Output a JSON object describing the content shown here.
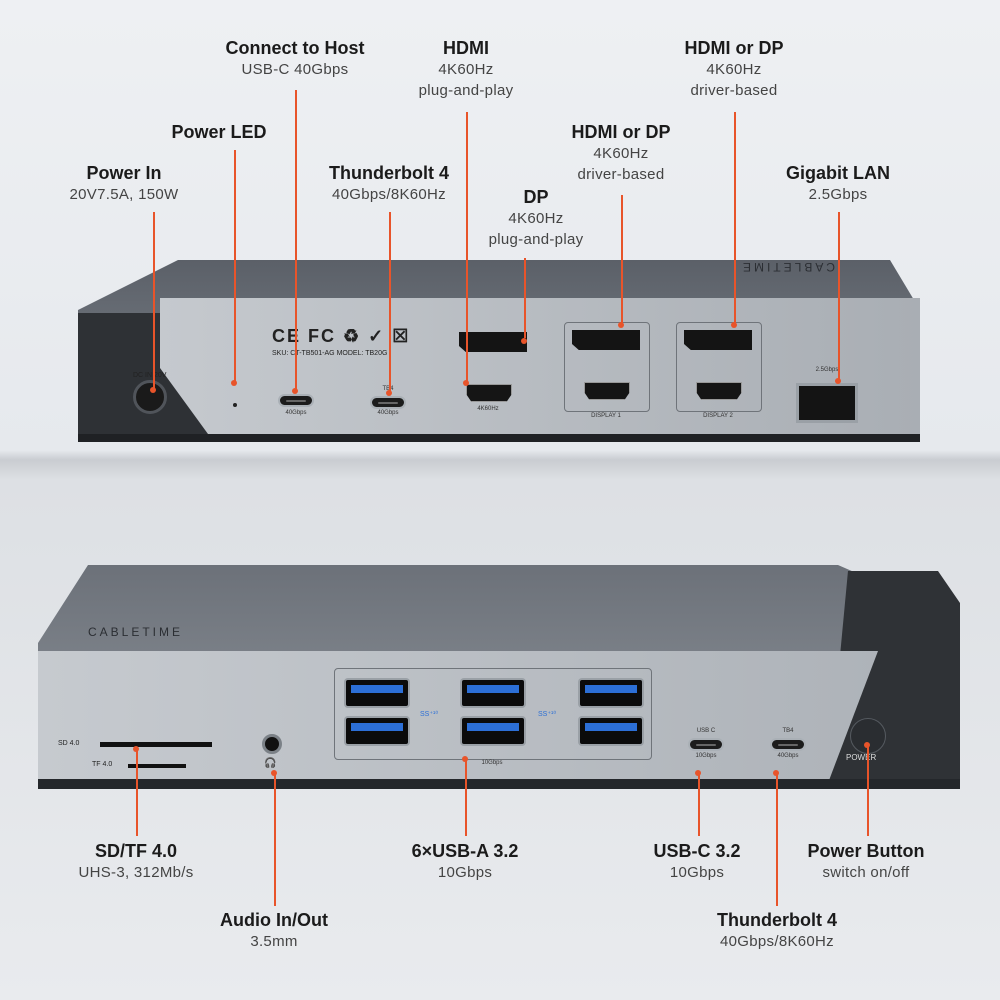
{
  "top_labels": {
    "power_in": {
      "title": "Power In",
      "sub": "20V7.5A, 150W"
    },
    "power_led": {
      "title": "Power LED"
    },
    "connect_host": {
      "title": "Connect to Host",
      "sub": "USB-C 40Gbps"
    },
    "thunderbolt4_top": {
      "title": "Thunderbolt 4",
      "sub": "40Gbps/8K60Hz"
    },
    "hdmi": {
      "title": "HDMI",
      "sub1": "4K60Hz",
      "sub2": "plug-and-play"
    },
    "dp": {
      "title": "DP",
      "sub1": "4K60Hz",
      "sub2": "plug-and-play"
    },
    "hdmi_or_dp_1": {
      "title": "HDMI or DP",
      "sub1": "4K60Hz",
      "sub2": "driver-based"
    },
    "hdmi_or_dp_2": {
      "title": "HDMI or DP",
      "sub1": "4K60Hz",
      "sub2": "driver-based"
    },
    "gigabit_lan": {
      "title": "Gigabit LAN",
      "sub": "2.5Gbps"
    }
  },
  "bottom_labels": {
    "sdtf": {
      "title": "SD/TF 4.0",
      "sub": "UHS-3, 312Mb/s"
    },
    "audio": {
      "title": "Audio In/Out",
      "sub": "3.5mm"
    },
    "usba": {
      "title": "6×USB-A 3.2",
      "sub": "10Gbps"
    },
    "usbc": {
      "title": "USB-C 3.2",
      "sub": "10Gbps"
    },
    "power_button": {
      "title": "Power Button",
      "sub": "switch on/off"
    },
    "thunderbolt4_bottom": {
      "title": "Thunderbolt 4",
      "sub": "40Gbps/8K60Hz"
    }
  },
  "rear_panel": {
    "brand": "CABLETIME",
    "dc_in": "DC IN 20V",
    "sku": "SKU: CT-TB501-AG MODEL: TB20G",
    "host_speed": "40Gbps",
    "tb4": "TB4",
    "tb4_speed": "40Gbps",
    "hdmi_speed": "4K60Hz",
    "display1": "DISPLAY 1",
    "display2": "DISPLAY 2",
    "lan_speed": "2.5Gbps",
    "cert_marks": "CE FC ♻ ✓ ☒"
  },
  "front_panel": {
    "brand": "CABLETIME",
    "sd": "SD 4.0",
    "tf": "TF 4.0",
    "usba_speed": "10Gbps",
    "usbc": "USB C",
    "usbc_speed": "10Gbps",
    "tb4": "TB4",
    "tb4_speed": "40Gbps",
    "power": "POWER",
    "ss_logo": "SS⁺¹⁰"
  },
  "colors": {
    "accent": "#e8542a",
    "body_dark": "#3a3d42",
    "panel": "#b7bbc1"
  }
}
